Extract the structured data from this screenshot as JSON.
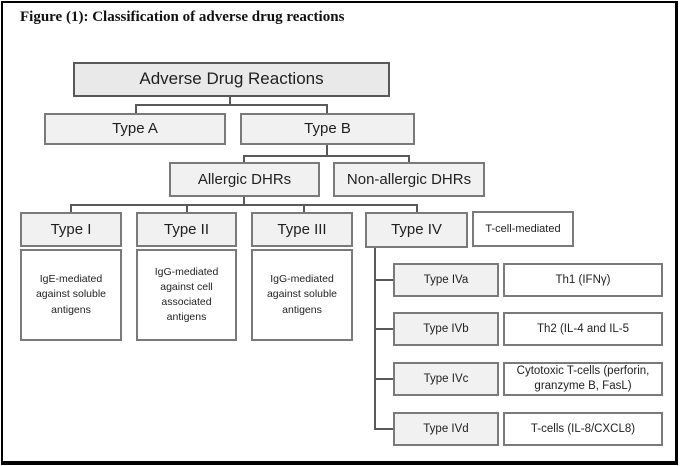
{
  "figure": {
    "title": "Figure (1): Classification of adverse drug reactions"
  },
  "tree": {
    "root": "Adverse Drug Reactions",
    "type_a": "Type A",
    "type_b": "Type B",
    "allergic": "Allergic DHRs",
    "non_allergic": "Non-allergic DHRs",
    "type1": {
      "label": "Type I",
      "desc": "IgE-mediated\nagainst soluble\nantigens"
    },
    "type2": {
      "label": "Type II",
      "desc": "IgG-mediated\nagainst cell\nassociated\nantigens"
    },
    "type3": {
      "label": "Type III",
      "desc": "IgG-mediated\nagainst soluble\nantigens"
    },
    "type4": {
      "label": "Type IV",
      "note": "T-cell-mediated",
      "subtypes": [
        {
          "label": "Type IVa",
          "mechanism": "Th1 (IFNγ)"
        },
        {
          "label": "Type IVb",
          "mechanism": "Th2 (IL-4 and IL-5"
        },
        {
          "label": "Type IVc",
          "mechanism": "Cytotoxic T-cells (perforin,\ngranzyme B, FasL)"
        },
        {
          "label": "Type IVd",
          "mechanism": "T-cells (IL-8/CXCL8)"
        }
      ]
    }
  },
  "colors": {
    "box_fill": "#f1f1f1",
    "root_fill": "#e9e9e9",
    "box_border": "#7a7a7a",
    "connector": "#595959",
    "frame": "#000000"
  }
}
